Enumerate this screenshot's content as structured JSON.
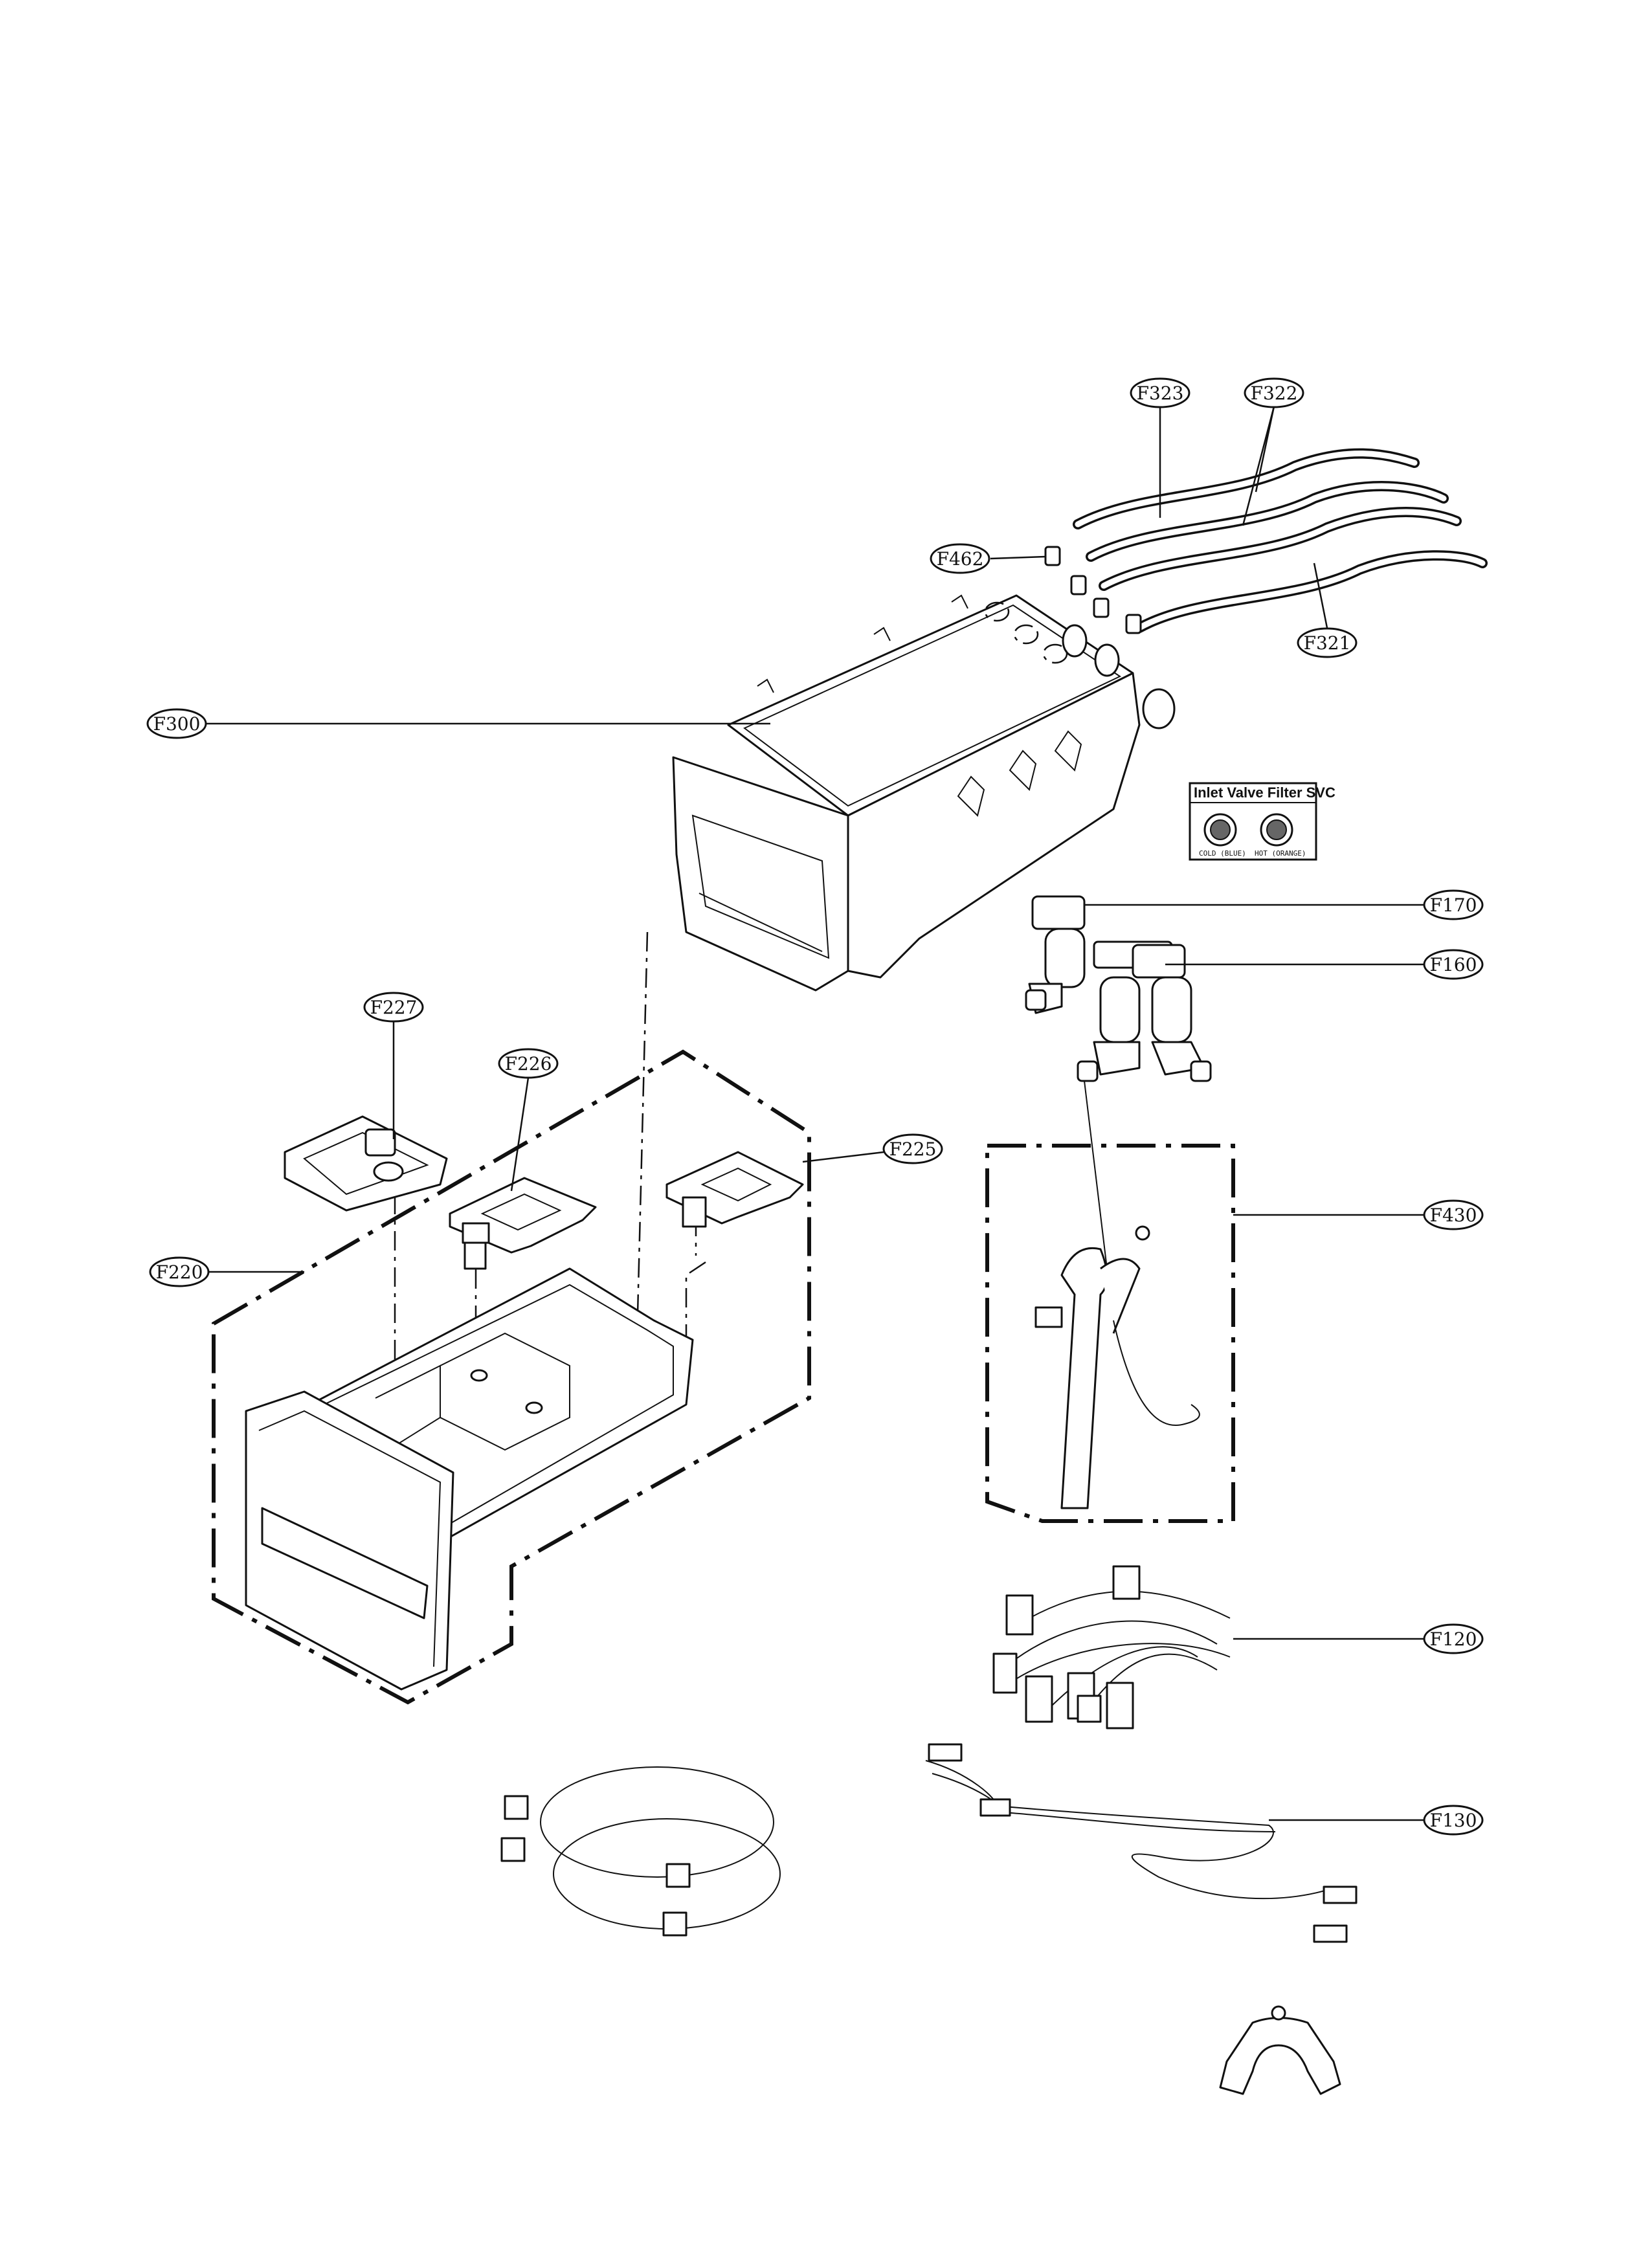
{
  "labels": {
    "F323": "F323",
    "F322": "F322",
    "F462": "F462",
    "F321": "F321",
    "F300": "F300",
    "F170": "F170",
    "F160": "F160",
    "F227": "F227",
    "F226": "F226",
    "F225": "F225",
    "F220": "F220",
    "F430": "F430",
    "F120": "F120",
    "F130": "F130"
  },
  "inlet_filter": {
    "title": "Inlet Valve Filter SVC",
    "cold": "COLD (BLUE)",
    "hot": "HOT (ORANGE)"
  }
}
